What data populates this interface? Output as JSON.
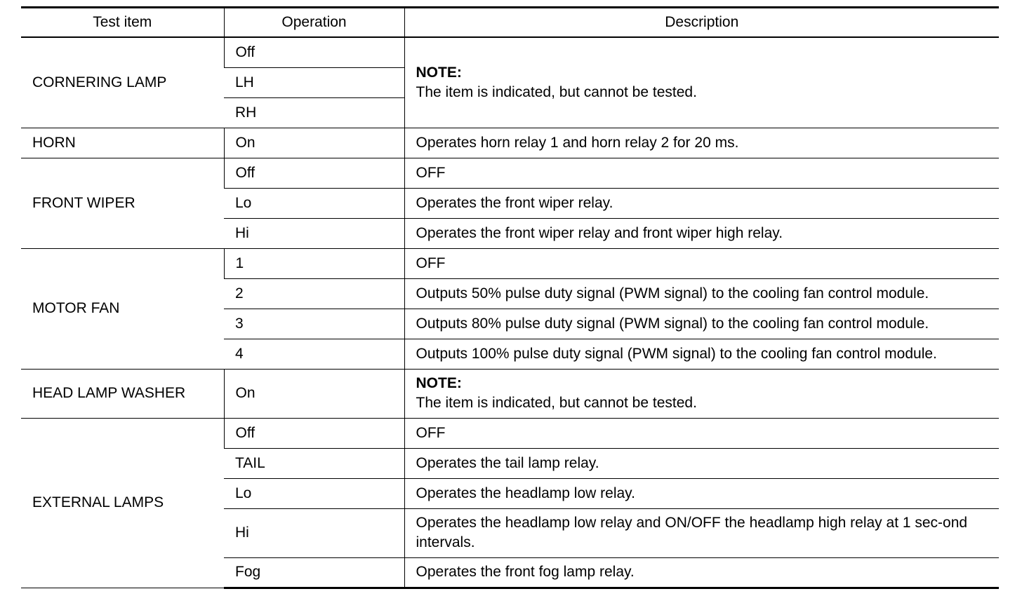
{
  "headers": {
    "test_item": "Test item",
    "operation": "Operation",
    "description": "Description"
  },
  "cornering_lamp": {
    "item": "CORNERING LAMP",
    "ops": [
      "Off",
      "LH",
      "RH"
    ],
    "note_title": "NOTE:",
    "note_text": "The item is indicated, but cannot be tested."
  },
  "horn": {
    "item": "HORN",
    "op": "On",
    "desc": "Operates horn relay 1 and horn relay 2 for 20 ms."
  },
  "front_wiper": {
    "item": "FRONT WIPER",
    "rows": [
      {
        "op": "Off",
        "desc": "OFF"
      },
      {
        "op": "Lo",
        "desc": "Operates the front wiper relay."
      },
      {
        "op": "Hi",
        "desc": "Operates the front wiper relay and front wiper high relay."
      }
    ]
  },
  "motor_fan": {
    "item": "MOTOR FAN",
    "rows": [
      {
        "op": "1",
        "desc": "OFF"
      },
      {
        "op": "2",
        "desc": "Outputs 50% pulse duty signal (PWM signal) to the cooling fan control module."
      },
      {
        "op": "3",
        "desc": "Outputs 80% pulse duty signal (PWM signal) to the cooling fan control module."
      },
      {
        "op": "4",
        "desc": "Outputs 100% pulse duty signal (PWM signal) to the cooling fan control module."
      }
    ]
  },
  "head_lamp_washer": {
    "item": "HEAD LAMP WASHER",
    "op": "On",
    "note_title": "NOTE:",
    "note_text": "The item is indicated, but cannot be tested."
  },
  "external_lamps": {
    "item": "EXTERNAL LAMPS",
    "rows": [
      {
        "op": "Off",
        "desc": "OFF"
      },
      {
        "op": "TAIL",
        "desc": "Operates the tail lamp relay."
      },
      {
        "op": "Lo",
        "desc": "Operates the headlamp low relay."
      },
      {
        "op": "Hi",
        "desc": "Operates the headlamp low relay and ON/OFF the headlamp high relay at 1 sec-ond intervals."
      },
      {
        "op": "Fog",
        "desc": "Operates the front fog lamp relay."
      }
    ]
  }
}
